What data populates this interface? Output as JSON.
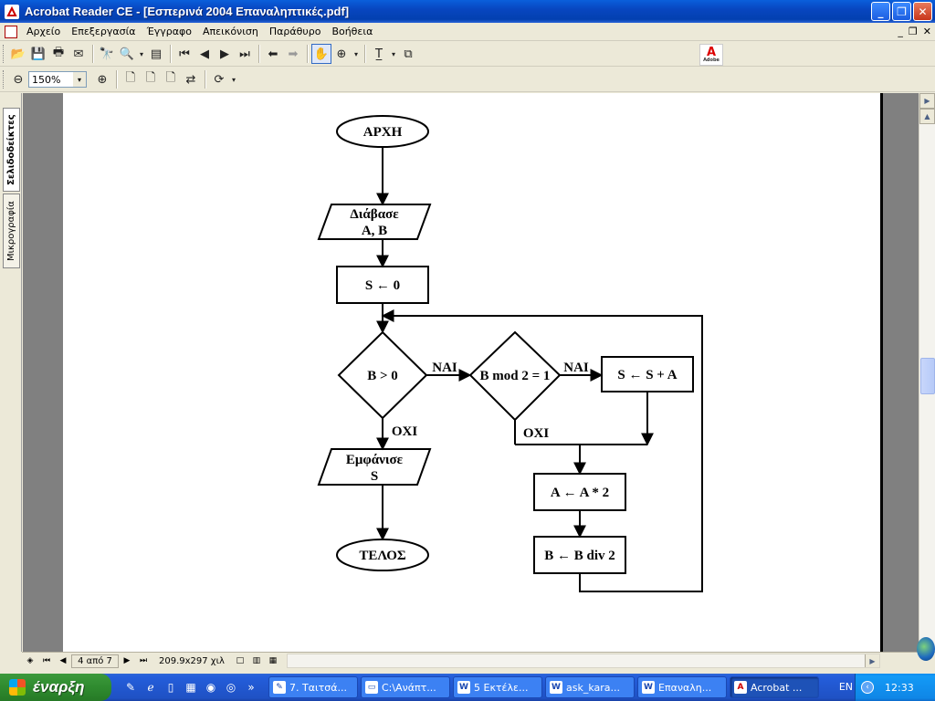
{
  "window": {
    "title": "Acrobat Reader CE - [Εσπερινά 2004 Επαναληπτικές.pdf]",
    "min": "_",
    "restore": "❐",
    "close": "✕"
  },
  "menu": {
    "items": [
      "Αρχείο",
      "Επεξεργασία",
      "Έγγραφο",
      "Απεικόνιση",
      "Παράθυρο",
      "Βοήθεια"
    ],
    "mdi_min": "_",
    "mdi_restore": "❐",
    "mdi_close": "✕"
  },
  "toolbar": {
    "zoom_value": "150%",
    "adobe_label": "A",
    "adobe_small": "Adobe"
  },
  "navtabs": {
    "bookmarks": "Σελιδοδείκτες",
    "thumbnails": "Μικρογραφία"
  },
  "flowchart": {
    "start": "ΑΡΧΗ",
    "read_line1": "Διάβασε",
    "read_line2": "Α, Β",
    "init": "S ← 0",
    "cond1": "B > 0",
    "yes1": "ΝΑΙ",
    "cond2": "B mod 2 = 1",
    "yes2": "ΝΑΙ",
    "add": "S ← S + A",
    "no2": "ΟΧΙ",
    "no1": "ΟΧΙ",
    "mult": "A ← A * 2",
    "show_line1": "Εμφάνισε",
    "show_line2": "S",
    "div": "B ← B div 2",
    "end": "ΤΕΛΟΣ"
  },
  "status": {
    "page_text": "4 από 7",
    "page_size": "209.9x297 χιλ"
  },
  "taskbar": {
    "start_label": "έναρξη",
    "tasks": [
      {
        "icon": "pencil-icon",
        "label": "7. Ταιτσά..."
      },
      {
        "icon": "folder-icon",
        "label": "C:\\Ανάπτ..."
      },
      {
        "icon": "word-icon",
        "label": "5 Εκτέλε..."
      },
      {
        "icon": "word-icon",
        "label": "ask_kara..."
      },
      {
        "icon": "word-icon",
        "label": "Επαναλη..."
      },
      {
        "icon": "acrobat-icon",
        "label": "Acrobat ..."
      }
    ],
    "language": "EN",
    "clock": "12:33"
  }
}
